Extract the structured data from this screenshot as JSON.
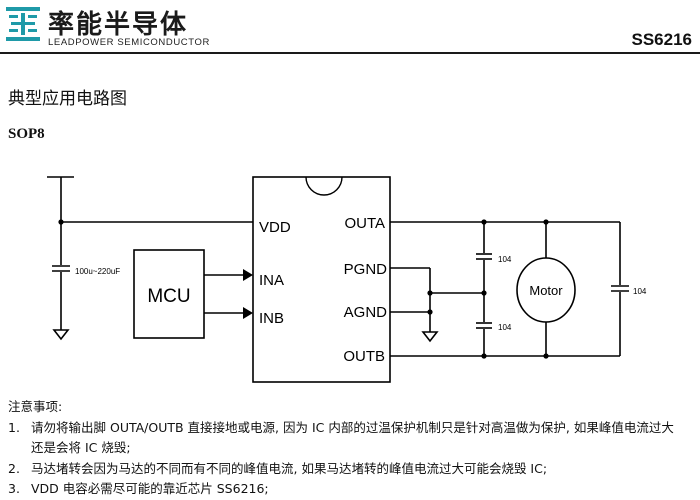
{
  "header": {
    "company_cn": "率能半导体",
    "company_en": "LEADPOWER SEMICONDUCTOR",
    "part_no": "SS6216",
    "logo_color": "#1f9aa8"
  },
  "section_title": "典型应用电路图",
  "package": "SOP8",
  "schematic": {
    "ic_pins_left": [
      "VDD",
      "INA",
      "INB"
    ],
    "ic_pins_right": [
      "OUTA",
      "PGND",
      "AGND",
      "OUTB"
    ],
    "mcu_label": "MCU",
    "motor_label": "Motor",
    "cap_vdd_label": "100u~220uF",
    "cap_top_label": "104",
    "cap_bottom_label": "104",
    "cap_motor_label": "104"
  },
  "notes": {
    "title": "注意事项:",
    "items": [
      {
        "num": "1.",
        "line1": "请勿将输出脚 OUTA/OUTB 直接接地或电源, 因为 IC 内部的过温保护机制只是针对高温做为保护, 如果峰值电流过大",
        "line2": "还是会将 IC 烧毁;"
      },
      {
        "num": "2.",
        "line1": "马达堵转会因为马达的不同而有不同的峰值电流, 如果马达堵转的峰值电流过大可能会烧毁 IC;"
      },
      {
        "num": "3.",
        "line1": "VDD 电容必需尽可能的靠近芯片 SS6216;"
      }
    ]
  }
}
